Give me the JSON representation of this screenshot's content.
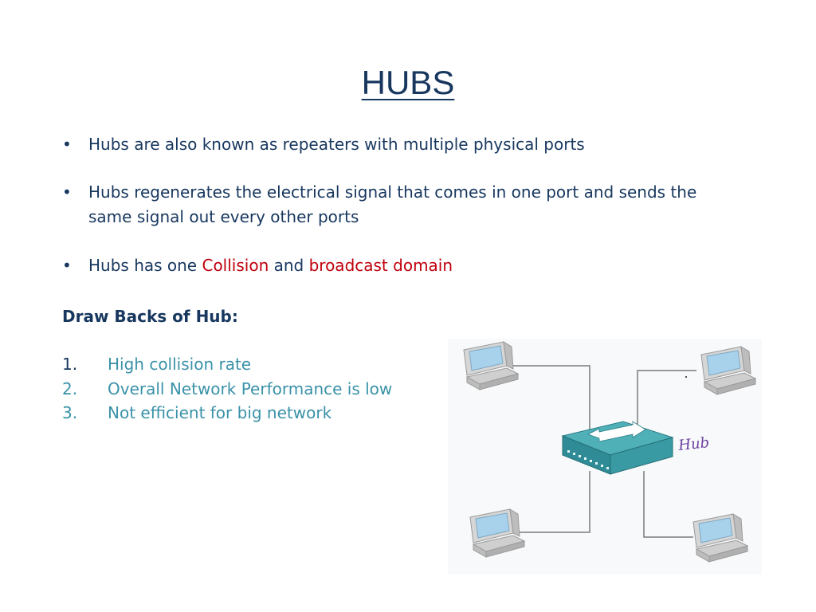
{
  "title": "HUBS",
  "bullets": [
    {
      "text": "Hubs are also known as repeaters with multiple physical ports"
    },
    {
      "text": "Hubs regenerates the electrical signal that comes in one port and sends the same signal out every other ports"
    },
    {
      "prefix": "Hubs has one ",
      "highlight1": "Collision",
      "middle": " and ",
      "highlight2": "broadcast domain"
    }
  ],
  "drawbacks": {
    "heading": "Draw Backs of Hub:",
    "items": [
      {
        "number": "1.",
        "text": "High collision rate"
      },
      {
        "number": "2.",
        "text": "Overall Network Performance is low"
      },
      {
        "number": "3.",
        "text": "Not efficient for big network"
      }
    ]
  },
  "diagram": {
    "hub_label": "Hub",
    "colors": {
      "hub": "#3f9ca6",
      "line": "#7a7a7a",
      "computer": "#cfcfcf",
      "screen": "#9fcbe8"
    }
  },
  "colors": {
    "title": "#17375e",
    "text": "#17375e",
    "highlight": "#c0000c",
    "list": "#3a92a8"
  }
}
